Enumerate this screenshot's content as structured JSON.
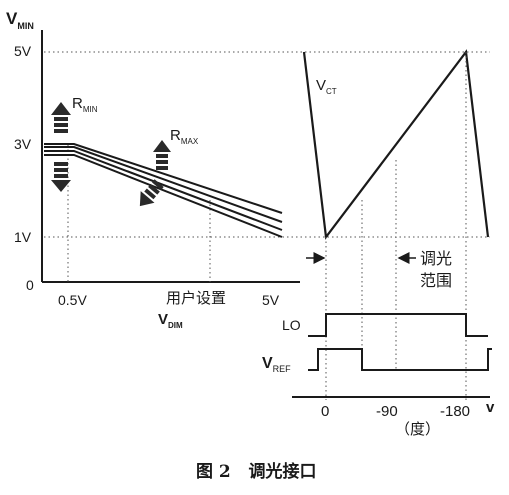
{
  "colors": {
    "ink": "#1a1a1a",
    "dotted": "#555555",
    "arrow_fill": "#2a2a2a",
    "background": "#ffffff"
  },
  "left_plot": {
    "y_axis_symbol": "V",
    "y_axis_subscript": "MIN",
    "y_ticks": [
      "5V",
      "3V",
      "1V",
      "0"
    ],
    "x_ticks": [
      "0.5V",
      "5V"
    ],
    "x_center_label": "用户设置",
    "x_axis_symbol": "V",
    "x_axis_subscript": "DIM",
    "r_min": {
      "symbol": "R",
      "subscript": "MIN"
    },
    "r_max": {
      "symbol": "R",
      "subscript": "MAX"
    }
  },
  "right_plot": {
    "vct": {
      "symbol": "V",
      "subscript": "CT"
    },
    "range_label_line1": "调光",
    "range_label_line2": "范围",
    "lo_label": "LO",
    "vref": {
      "symbol": "V",
      "subscript": "REF"
    },
    "x_ticks": [
      "0",
      "-90",
      "-180"
    ],
    "x_unit": "（度）",
    "x_axis_symbol": "v"
  },
  "caption": "图 2   调光接口"
}
